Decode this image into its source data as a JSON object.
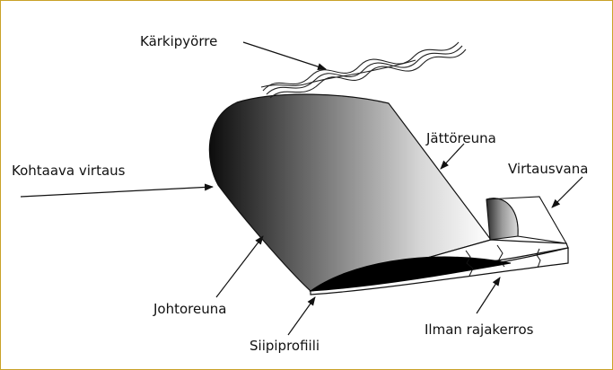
{
  "labels": {
    "tip_vortex": "Kärkipyörre",
    "trailing_edge": "Jättöreuna",
    "incoming_flow": "Kohtaava virtaus",
    "flow_vane": "Virtausvana",
    "leading_edge": "Johtoreuna",
    "airfoil": "Siipiprofiili",
    "boundary_layer": "Ilman rajakerros"
  },
  "colors": {
    "frame_border": "#c9a227",
    "outline": "#111111",
    "section_fill": "#000000"
  }
}
